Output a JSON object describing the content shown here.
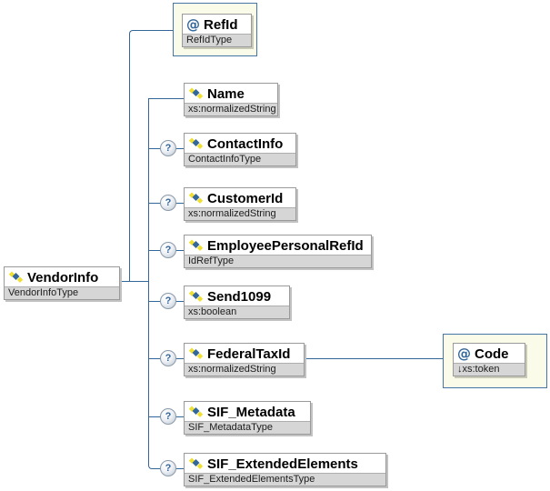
{
  "root": {
    "name": "VendorInfo",
    "type": "VendorInfoType"
  },
  "root_attribute": {
    "symbol": "@",
    "name": "RefId",
    "type": "RefIdType"
  },
  "children": [
    {
      "name": "Name",
      "type": "xs:normalizedString",
      "optional": false
    },
    {
      "name": "ContactInfo",
      "type": "ContactInfoType",
      "optional": true
    },
    {
      "name": "CustomerId",
      "type": "xs:normalizedString",
      "optional": true
    },
    {
      "name": "EmployeePersonalRefId",
      "type": "IdRefType",
      "optional": true
    },
    {
      "name": "Send1099",
      "type": "xs:boolean",
      "optional": true
    },
    {
      "name": "FederalTaxId",
      "type": "xs:normalizedString",
      "optional": true
    },
    {
      "name": "SIF_Metadata",
      "type": "SIF_MetadataType",
      "optional": true
    },
    {
      "name": "SIF_ExtendedElements",
      "type": "SIF_ExtendedElementsType",
      "optional": true
    }
  ],
  "code_attribute": {
    "symbol": "@",
    "name": "Code",
    "type": "↓xs:token"
  },
  "optional_marker": "?",
  "colors": {
    "connector": "#336699",
    "attribute_box_fill": "#fbfbe9",
    "attribute_box_border": "#4576a5",
    "element_box_border": "#9a9a9a",
    "type_band": "#d6d6d6",
    "accent_blue": "#336699",
    "icon_yellow": "#f0df2e",
    "icon_blue": "#336699"
  }
}
